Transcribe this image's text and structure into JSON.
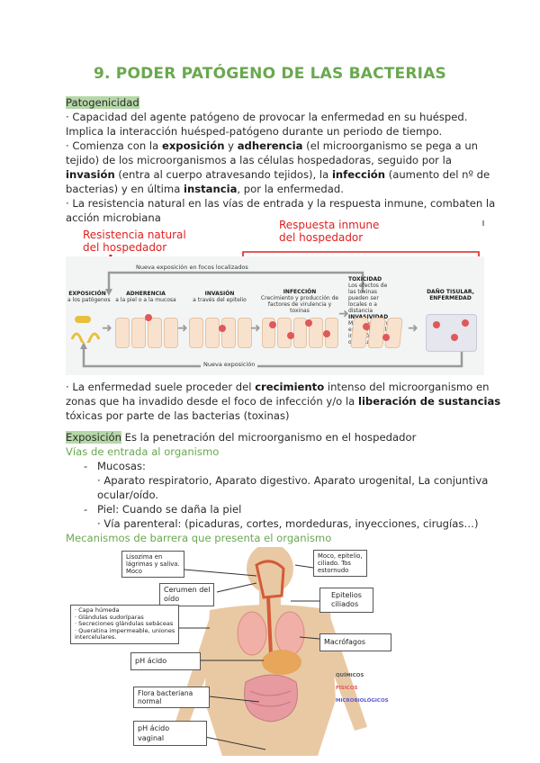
{
  "title": "9. PODER PATÓGENO DE LAS BACTERIAS",
  "patogenicidad": {
    "heading": "Patogenicidad",
    "lines": [
      "· Capacidad del agente patógeno de provocar la enfermedad en su huésped.",
      "Implica la interacción huésped-patógeno durante un periodo de tiempo.",
      "· Comienza con la ",
      "exposición",
      " y ",
      "adherencia",
      " (el microorganismo se pega a un",
      "tejido) de los microorganismos a las células hospedadoras, seguido por la",
      "invasión",
      " (entra al cuerpo atravesando tejidos), la ",
      "infección",
      " (aumento del nº de",
      "bacterias) y en última ",
      "instancia",
      ", por la enfermedad.",
      "· La resistencia natural en las vías de entrada y la respuesta inmune, combaten la",
      "acción microbiana"
    ]
  },
  "figure1": {
    "annot_left": [
      "Resistencia natural",
      "del hospedador"
    ],
    "annot_right": [
      "Respuesta  inmune",
      "del hospedador"
    ],
    "top_loop": "Nueva exposición en focos localizados",
    "bottom_loop": "Nueva exposición",
    "stages": [
      {
        "title": "EXPOSICIÓN",
        "sub": "a los patógenos"
      },
      {
        "title": "ADHERENCIA",
        "sub": "a la piel o a la mucosa"
      },
      {
        "title": "INVASIÓN",
        "sub": "a través del epitelio"
      },
      {
        "title": "INFECCIÓN",
        "sub": "Crecimiento y producción de factores de virulencia y toxinas"
      },
      {
        "title": "TOXICIDAD",
        "sub": "Los efectos de las toxinas pueden ser locales o a distancia"
      },
      {
        "title": "DAÑO TISULAR, ENFERMEDAD",
        "sub": ""
      }
    ],
    "invasividad": {
      "title": "INVASIVIDAD",
      "sub": "Más crecimiento en el foco de la infección y en otros lugares"
    }
  },
  "crecimiento": {
    "l1a": "· La enfermedad suele proceder del ",
    "l1b": "crecimiento",
    "l1c": " intenso del microorganismo en",
    "l2a": "zonas que ha invadido desde el foco de infección y/o la ",
    "l2b": "liberación de sustancias",
    "l3": "tóxicas por parte de las bacterias (toxinas)"
  },
  "exposicion": {
    "heading": "Exposición",
    "text": " Es la penetración del microorganismo en el hospedador",
    "vias_heading": "Vías de entrada al organismo",
    "mucosas": "Mucosas:",
    "mucosas_detail1": "· Aparato respiratorio, Aparato digestivo. Aparato urogenital, La conjuntiva",
    "mucosas_detail2": "ocular/oído.",
    "piel": "Piel: Cuando se daña la piel",
    "piel_detail": "· Vía parenteral: (picaduras, cortes, mordeduras, inyecciones, cirugías…)",
    "mecanismos_heading": "Mecanismos de barrera que presenta el organismo",
    "bullet": "-"
  },
  "figure2": {
    "boxes": {
      "lisozima": [
        "Lisozima en",
        "lágrimas y saliva.",
        "Moco"
      ],
      "moco": [
        "Moco, epitelio,",
        "ciliado. Tos",
        "estornudo"
      ],
      "cerumen": [
        "Cerumen del",
        "oído"
      ],
      "epitelios": [
        "Epitelios",
        "ciliados"
      ],
      "piel": [
        "· Capa húmeda",
        "· Glándulas sudoríparas",
        "· Secreciones glándulas sebáceas",
        "· Queratina impermeable, uniones",
        "intercelulares."
      ],
      "ph_acido": [
        "pH ácido"
      ],
      "macrofagos": [
        "Macrófagos"
      ],
      "flora": [
        "Flora bacteriana",
        "normal"
      ],
      "ph_vaginal": [
        "pH ácido",
        "vaginal"
      ]
    },
    "legend": [
      "QUÍMICOS",
      "FÍSICOS",
      "MICROBIOLÓGICOS"
    ],
    "colors": {
      "quimicos": "#555555",
      "fisicos": "#e0585a",
      "microbiologicos": "#5b5bd6"
    }
  }
}
